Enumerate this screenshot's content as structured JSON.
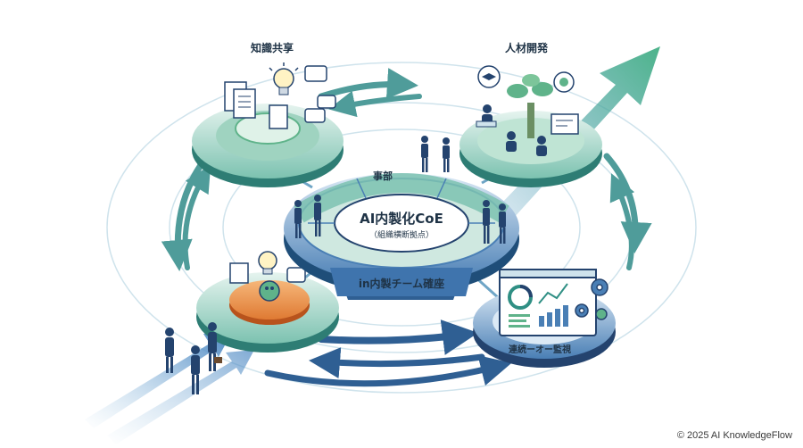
{
  "diagram": {
    "center_title": "AI内製化CoE",
    "center_subtitle": "（組織横断拠点）",
    "top_ring_label": "事部",
    "banner_label": "in内製チーム確座",
    "node_knowledge_title": "知識共享",
    "node_talent_title": "人材開発",
    "node_monitor_label": "連続ーオー監視"
  },
  "footer": {
    "copyright": "© 2025 AI KnowledgeFlow"
  },
  "colors": {
    "navy": "#24436e",
    "teal": "#2f8f84",
    "green": "#5fb38a",
    "light_teal": "#cfe8e0",
    "blue_ring": "#4a7fb5",
    "orange": "#e8883a"
  }
}
